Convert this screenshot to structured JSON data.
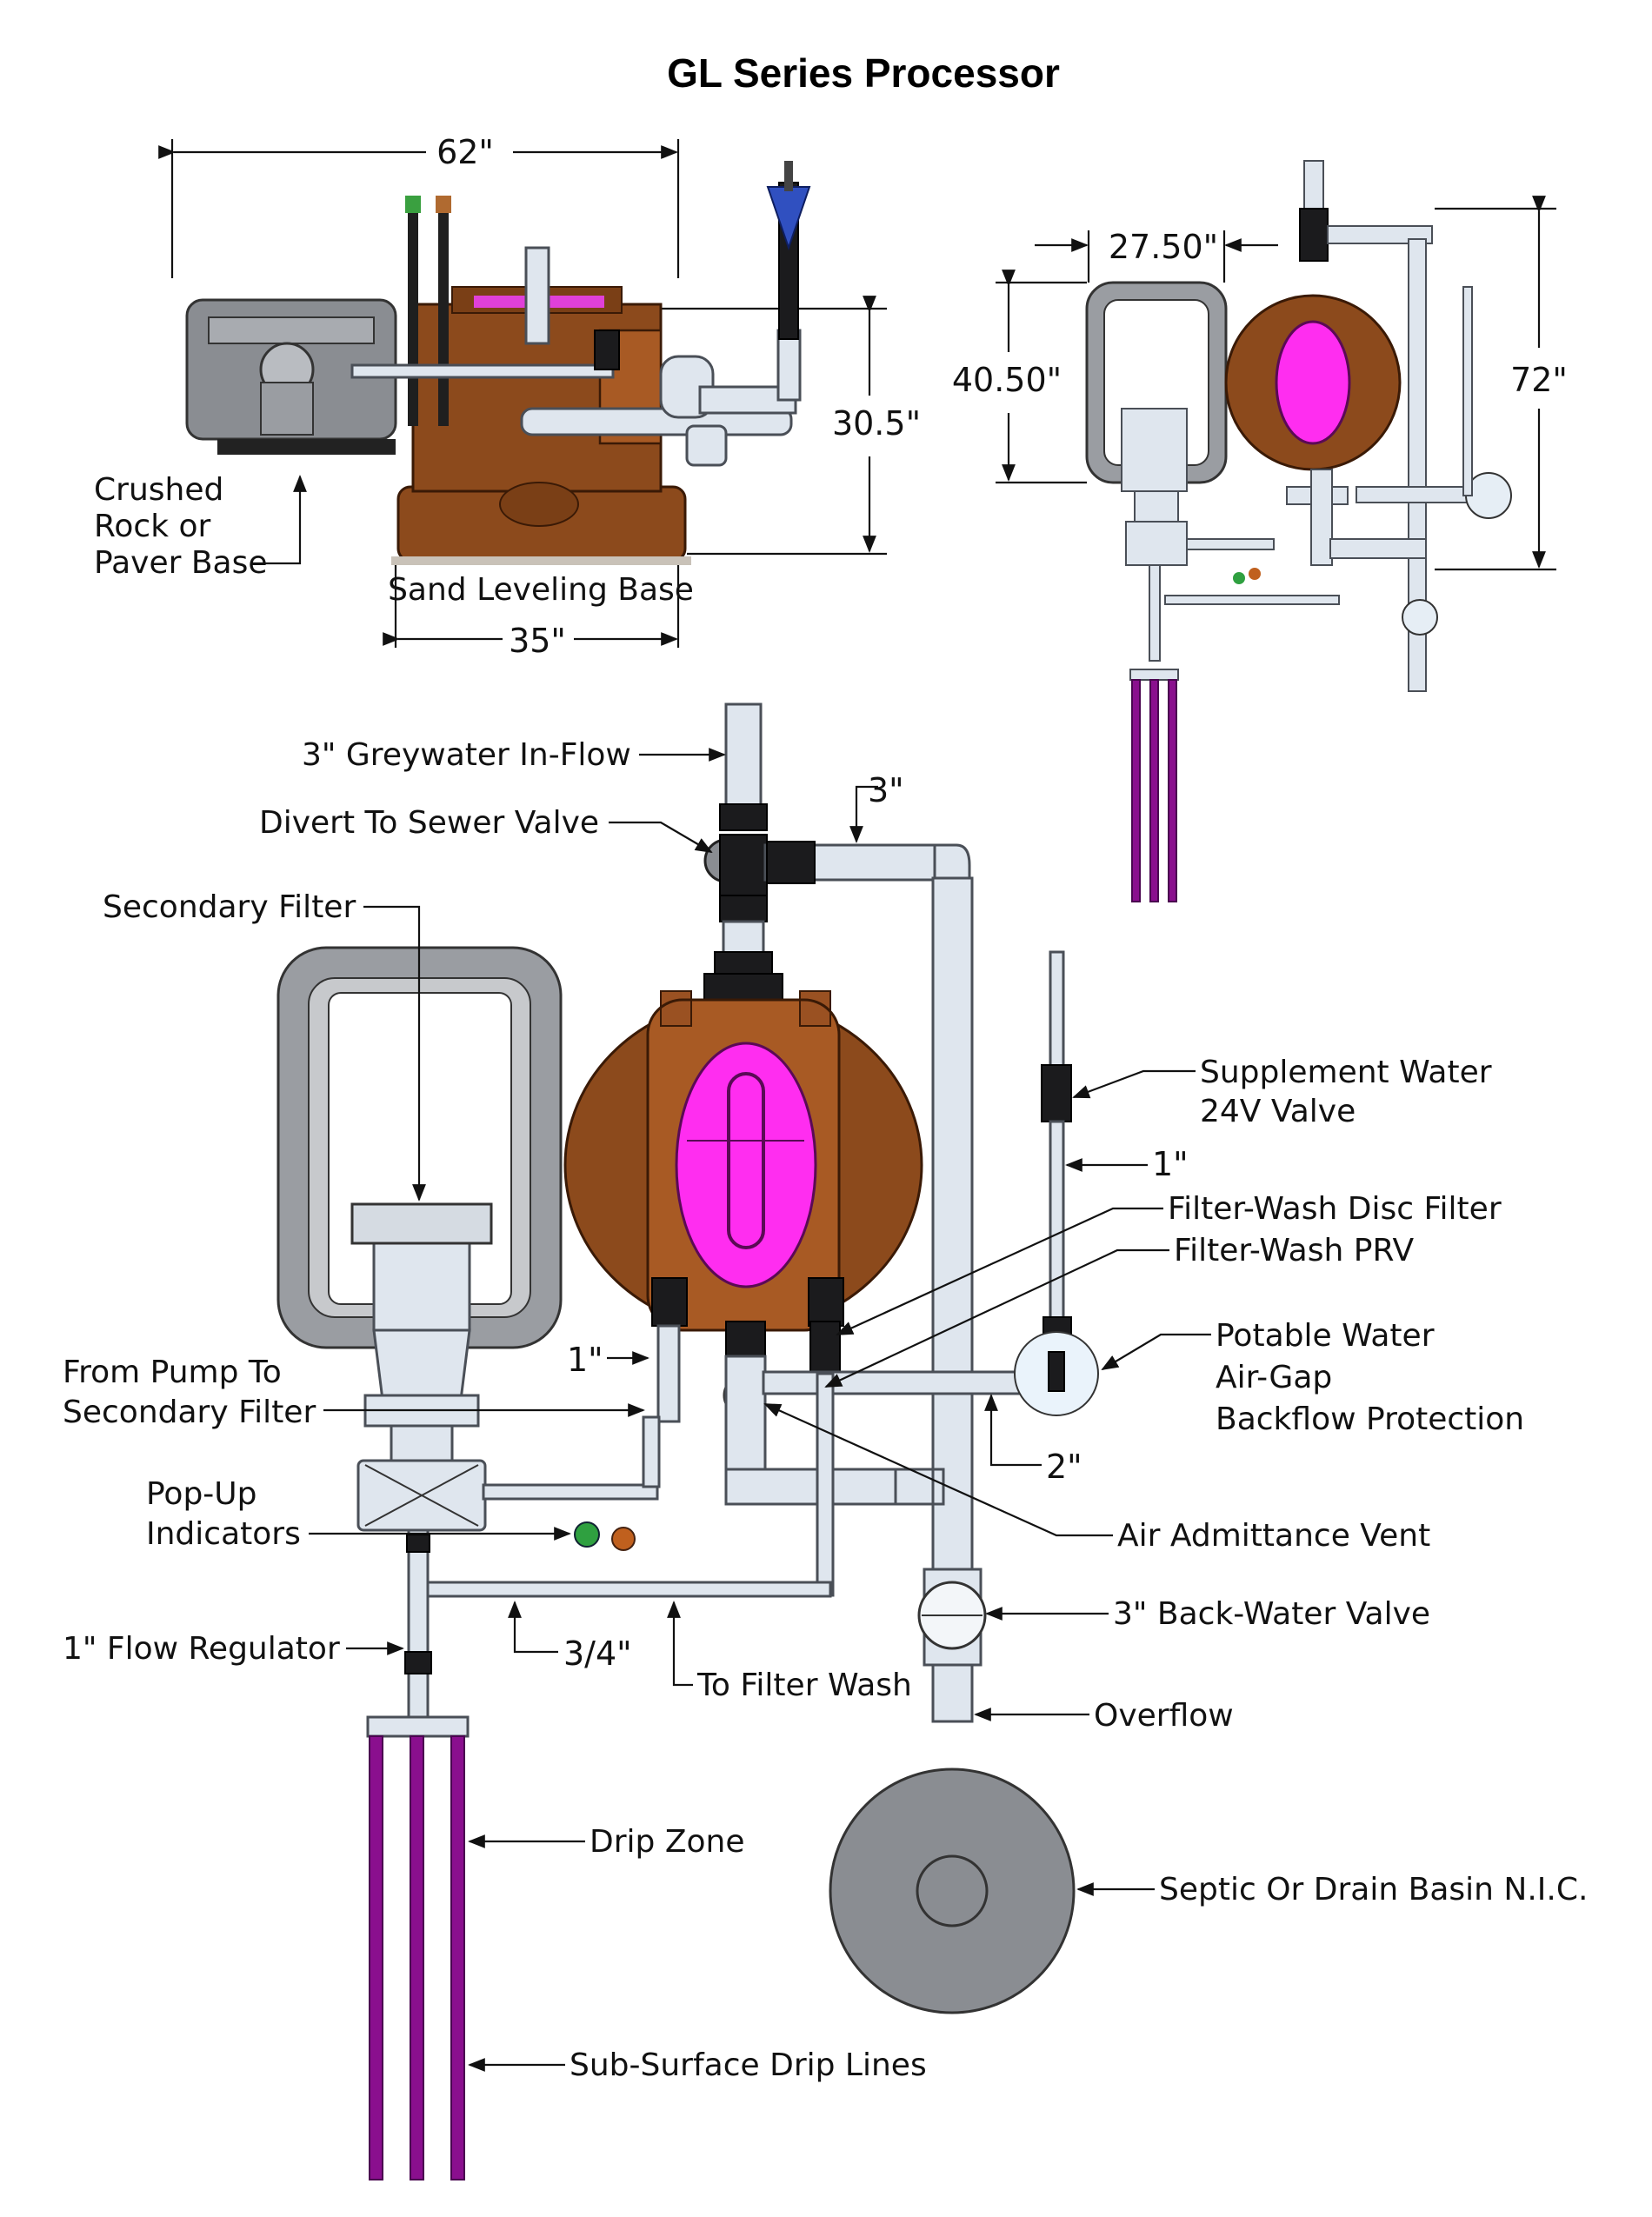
{
  "title": "GL Series Processor",
  "side_view": {
    "width_dim": "62\"",
    "height_dim": "30.5\"",
    "base_dim": "35\"",
    "base_label": "Sand Leveling Base",
    "rock_label_lines": [
      "Crushed",
      "Rock or",
      "Paver Base"
    ]
  },
  "small_top_view": {
    "width_dim": "27.50\"",
    "height_dim": "40.50\"",
    "total_height_dim": "72\""
  },
  "main_view": {
    "callouts": {
      "greywater_inflow": "3\" Greywater In-Flow",
      "divert_valve": "Divert To Sewer Valve",
      "pipe_3in": "3\"",
      "secondary_filter": "Secondary Filter",
      "supplement_water_lines": [
        "Supplement Water",
        "24V Valve"
      ],
      "pipe_1in_a": "1\"",
      "disc_filter": "Filter-Wash Disc Filter",
      "prv": "Filter-Wash PRV",
      "potable_lines": [
        "Potable Water",
        "Air-Gap",
        "Backflow Protection"
      ],
      "from_pump_lines": [
        "From Pump To",
        "Secondary Filter"
      ],
      "pipe_1in_b": "1\"",
      "pipe_2in": "2\"",
      "popup_lines": [
        "Pop-Up",
        "Indicators"
      ],
      "air_vent": "Air Admittance Vent",
      "backwater_valve": "3\" Back-Water Valve",
      "flow_regulator": "1\" Flow Regulator",
      "pipe_3_4in": "3/4\"",
      "filter_wash": "To Filter Wash",
      "overflow": "Overflow",
      "drip_zone": "Drip Zone",
      "septic": "Septic Or Drain Basin N.I.C.",
      "drip_lines": "Sub-Surface Drip Lines"
    }
  },
  "colors": {
    "tank_brown": "#8c4a1c",
    "lid_magenta": "#ff2df0",
    "drip_purple": "#8a0f8e",
    "pipe_gray": "#dfe6ee"
  }
}
